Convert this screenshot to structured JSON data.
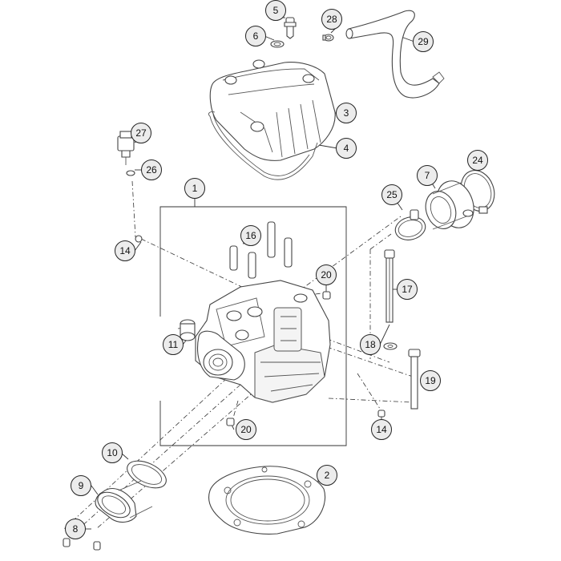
{
  "diagram": {
    "callouts": [
      "5",
      "28",
      "6",
      "29",
      "3",
      "4",
      "27",
      "26",
      "1",
      "7",
      "24",
      "25",
      "16",
      "14",
      "20",
      "17",
      "11",
      "18",
      "19",
      "20",
      "14",
      "10",
      "2",
      "9",
      "8"
    ]
  }
}
